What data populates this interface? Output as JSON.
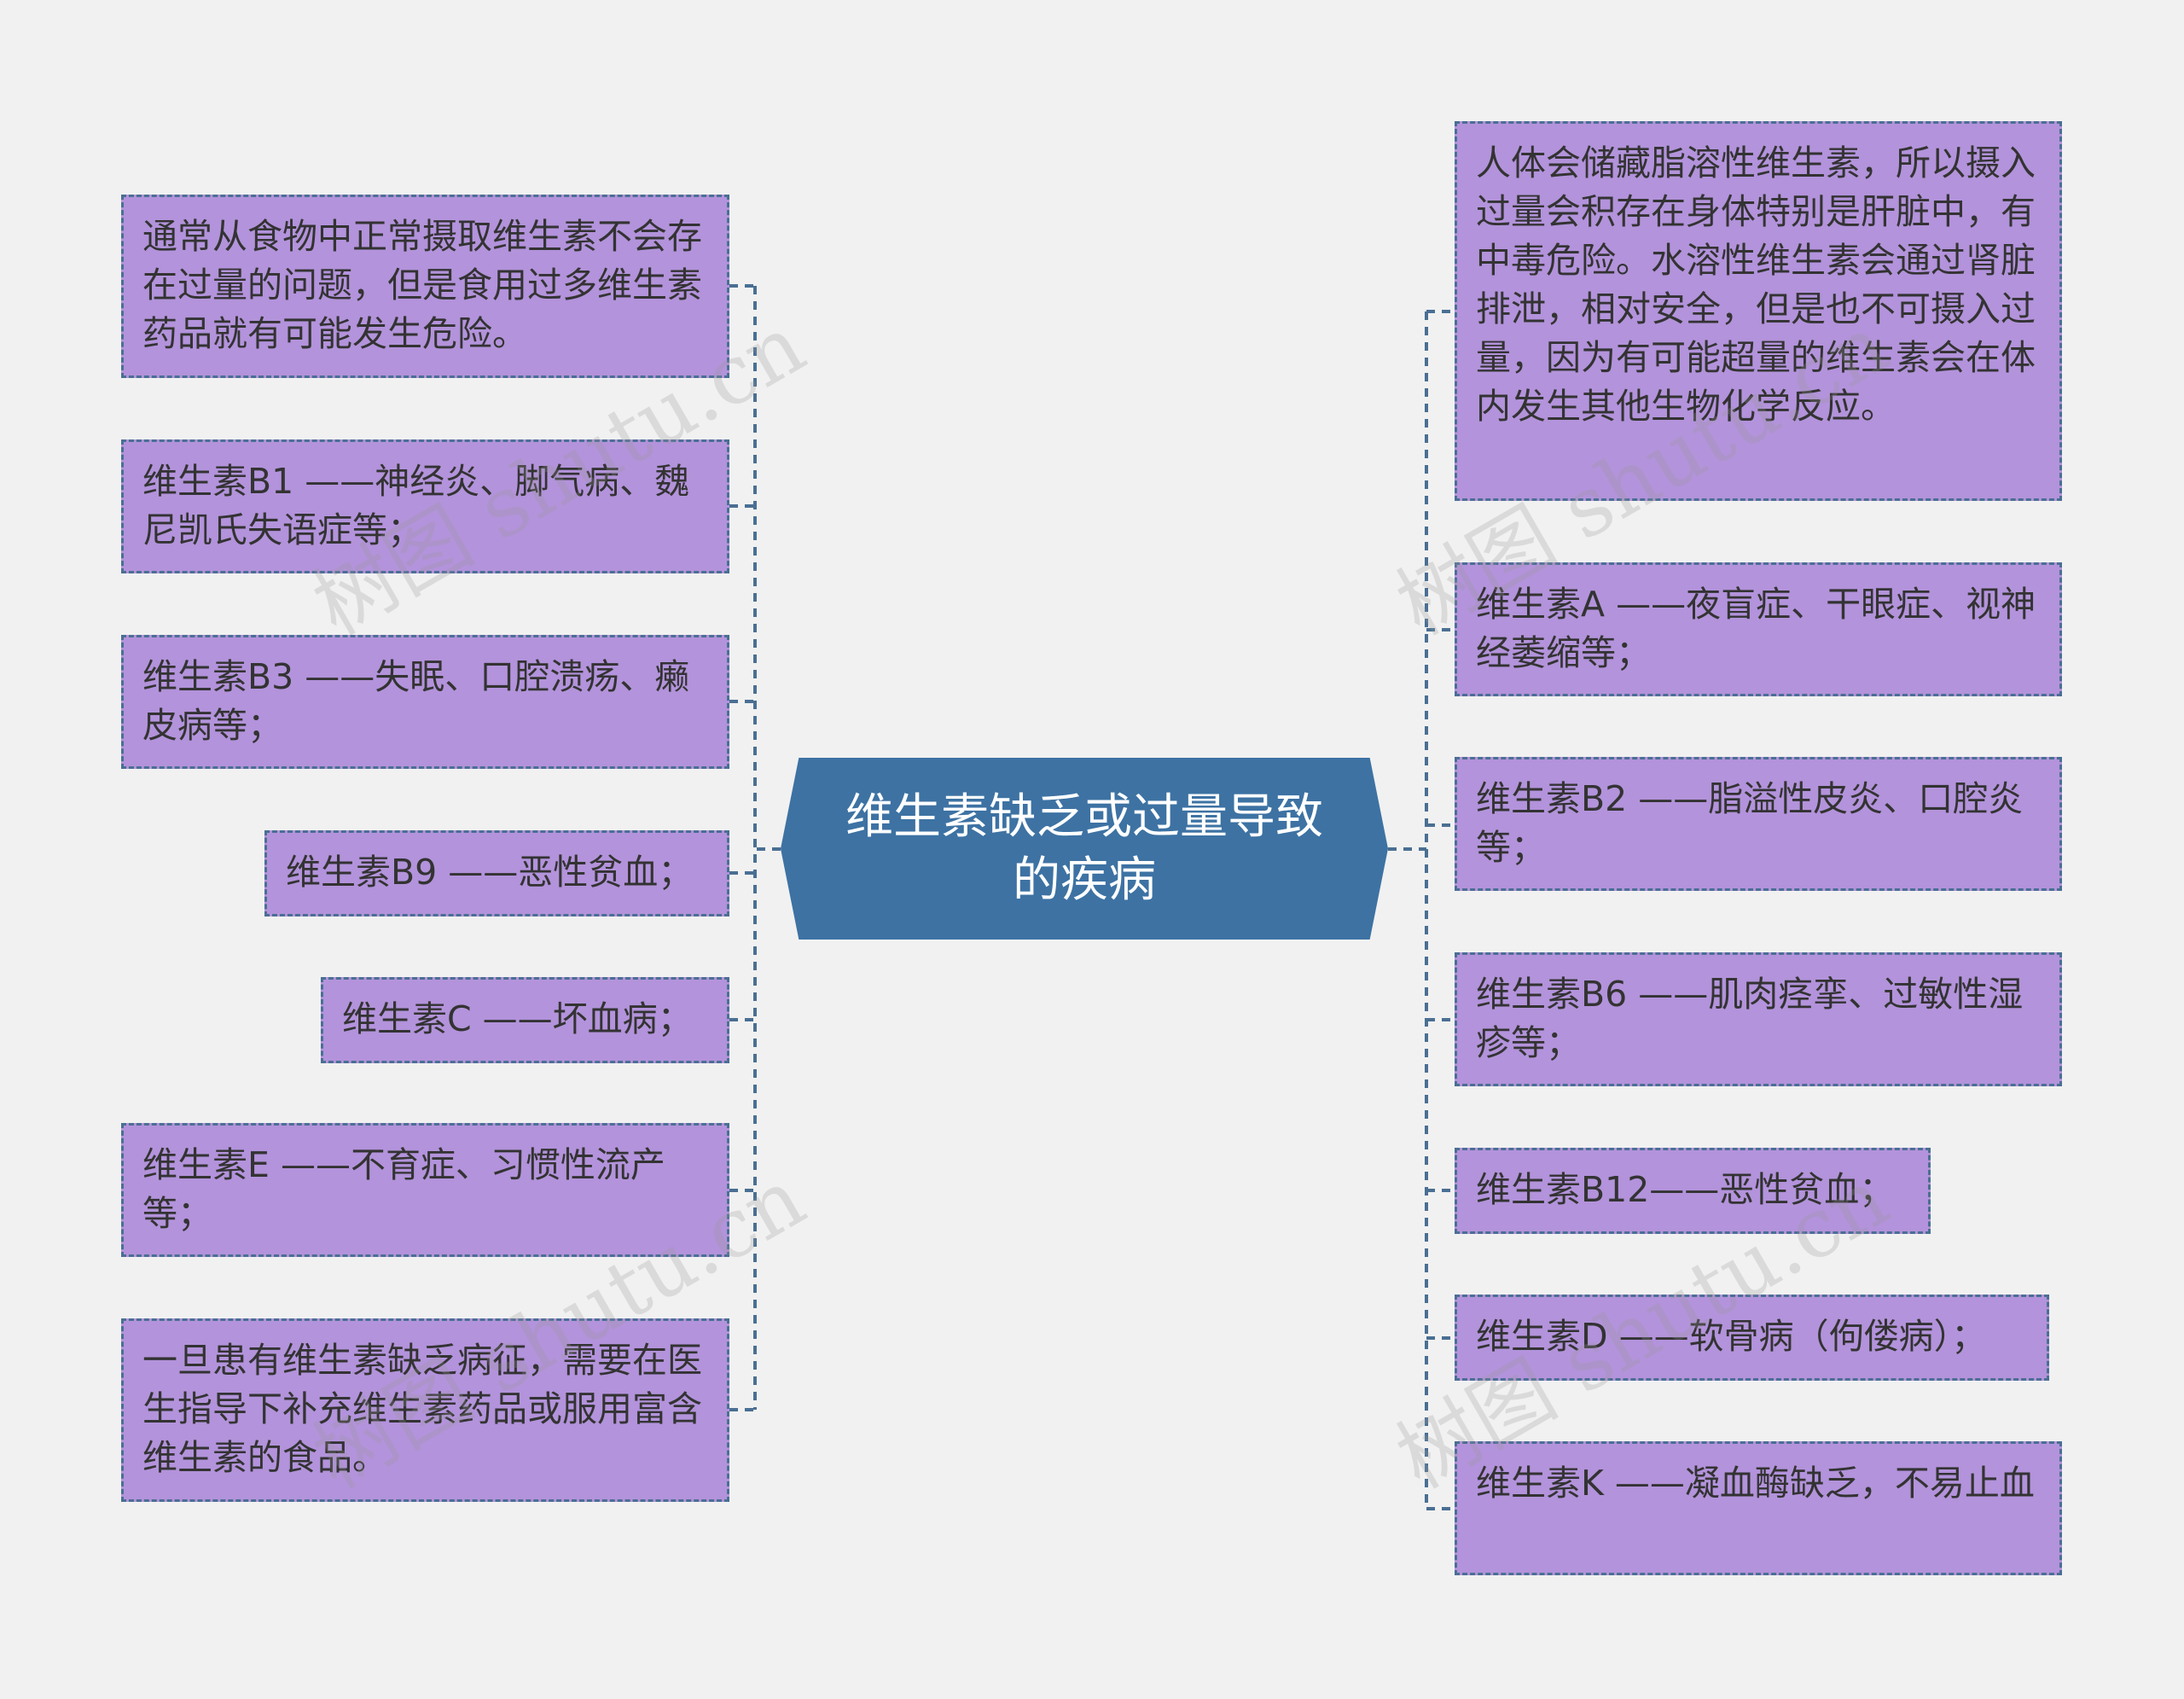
{
  "center": {
    "title": "维生素缺乏或过量导致的疾病"
  },
  "left_nodes": [
    "通常从食物中正常摄取维生素不会存在过量的问题，但是食用过多维生素药品就有可能发生危险。",
    "维生素B1 ——神经炎、脚气病、魏尼凯氏失语症等；",
    "维生素B3 ——失眠、口腔溃疡、癞皮病等；",
    "维生素B9 ——恶性贫血；",
    "维生素C ——坏血病；",
    "维生素E ——不育症、习惯性流产等；",
    "一旦患有维生素缺乏病征，需要在医生指导下补充维生素药品或服用富含维生素的食品。"
  ],
  "right_nodes": [
    "人体会储藏脂溶性维生素，所以摄入过量会积存在身体特别是肝脏中，有中毒危险。水溶性维生素会通过肾脏排泄，相对安全，但是也不可摄入过量，因为有可能超量的维生素会在体内发生其他生物化学反应。",
    "维生素A ——夜盲症、干眼症、视神经萎缩等；",
    "维生素B2 ——脂溢性皮炎、口腔炎等；",
    "维生素B6 ——肌肉痉挛、过敏性湿疹等；",
    "维生素B12——恶性贫血；",
    "维生素D ——软骨病（佝偻病）；",
    "维生素K ——凝血酶缺乏，不易止血"
  ],
  "watermark": "树图 shutu.cn",
  "colors": {
    "background": "#f1f1f1",
    "node_fill": "#b393db",
    "node_border": "#4a6f93",
    "center_fill": "#3d72a3",
    "connector": "#4a6f93"
  }
}
